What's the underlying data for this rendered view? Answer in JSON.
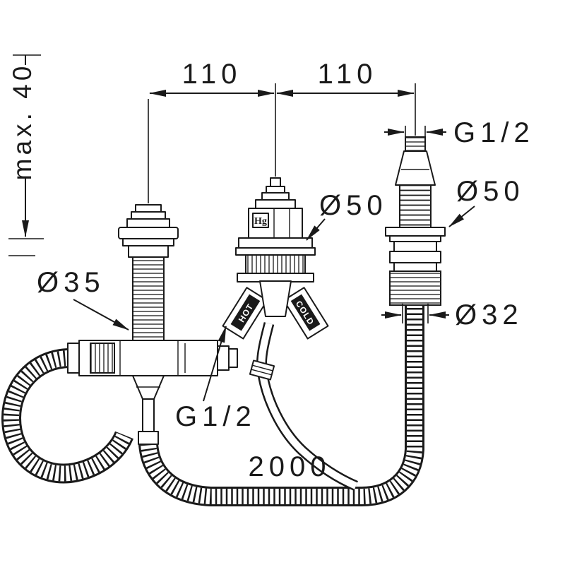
{
  "page": {
    "background": "#ffffff",
    "ink": "#1a1a1a"
  },
  "diagram": {
    "dimensions": {
      "max_mounting_depth": "max. 40",
      "center_distance_left": "110",
      "center_distance_right": "110",
      "thread_size_top_right": "G1/2",
      "escutcheon_diameter_right": "Ø50",
      "cartridge_diameter_middle": "Ø50",
      "shank_diameter_left": "Ø35",
      "hose_diameter_right": "Ø32",
      "thread_size_bottom_middle": "G1/2",
      "hose_length": "2000"
    },
    "part_labels": {
      "hot_marker": "HOT",
      "cold_marker": "COLD",
      "manufacturer_monogram": "Hg"
    }
  }
}
